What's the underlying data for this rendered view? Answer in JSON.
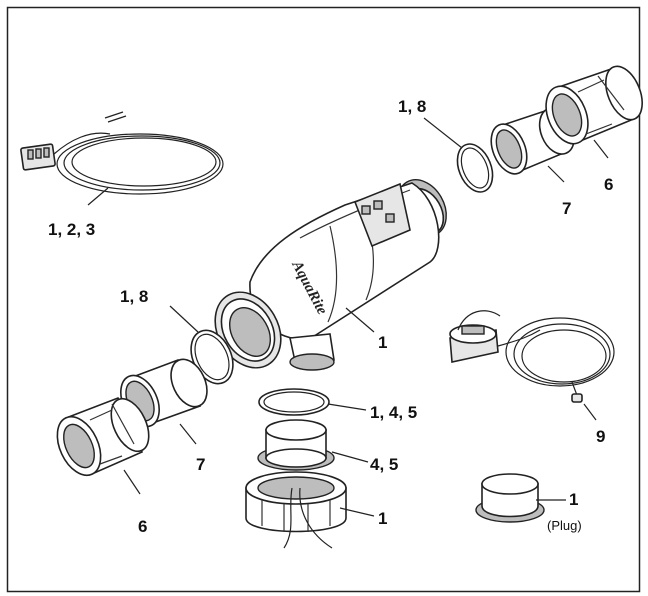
{
  "diagram": {
    "labels": {
      "cable_top_left": "1, 2, 3",
      "oring_top": "1, 8",
      "union_tail_right": "7",
      "union_nut_right": "6",
      "cell_body": "1",
      "oring_left": "1, 8",
      "union_tail_left": "7",
      "union_nut_left": "6",
      "oring_bottom": "1, 4, 5",
      "sensor_body": "4, 5",
      "sensor_nut": "1",
      "flow_sensor": "9",
      "plug_number": "1",
      "plug_text": "(Plug)"
    },
    "logo_text": "AquaRite"
  }
}
